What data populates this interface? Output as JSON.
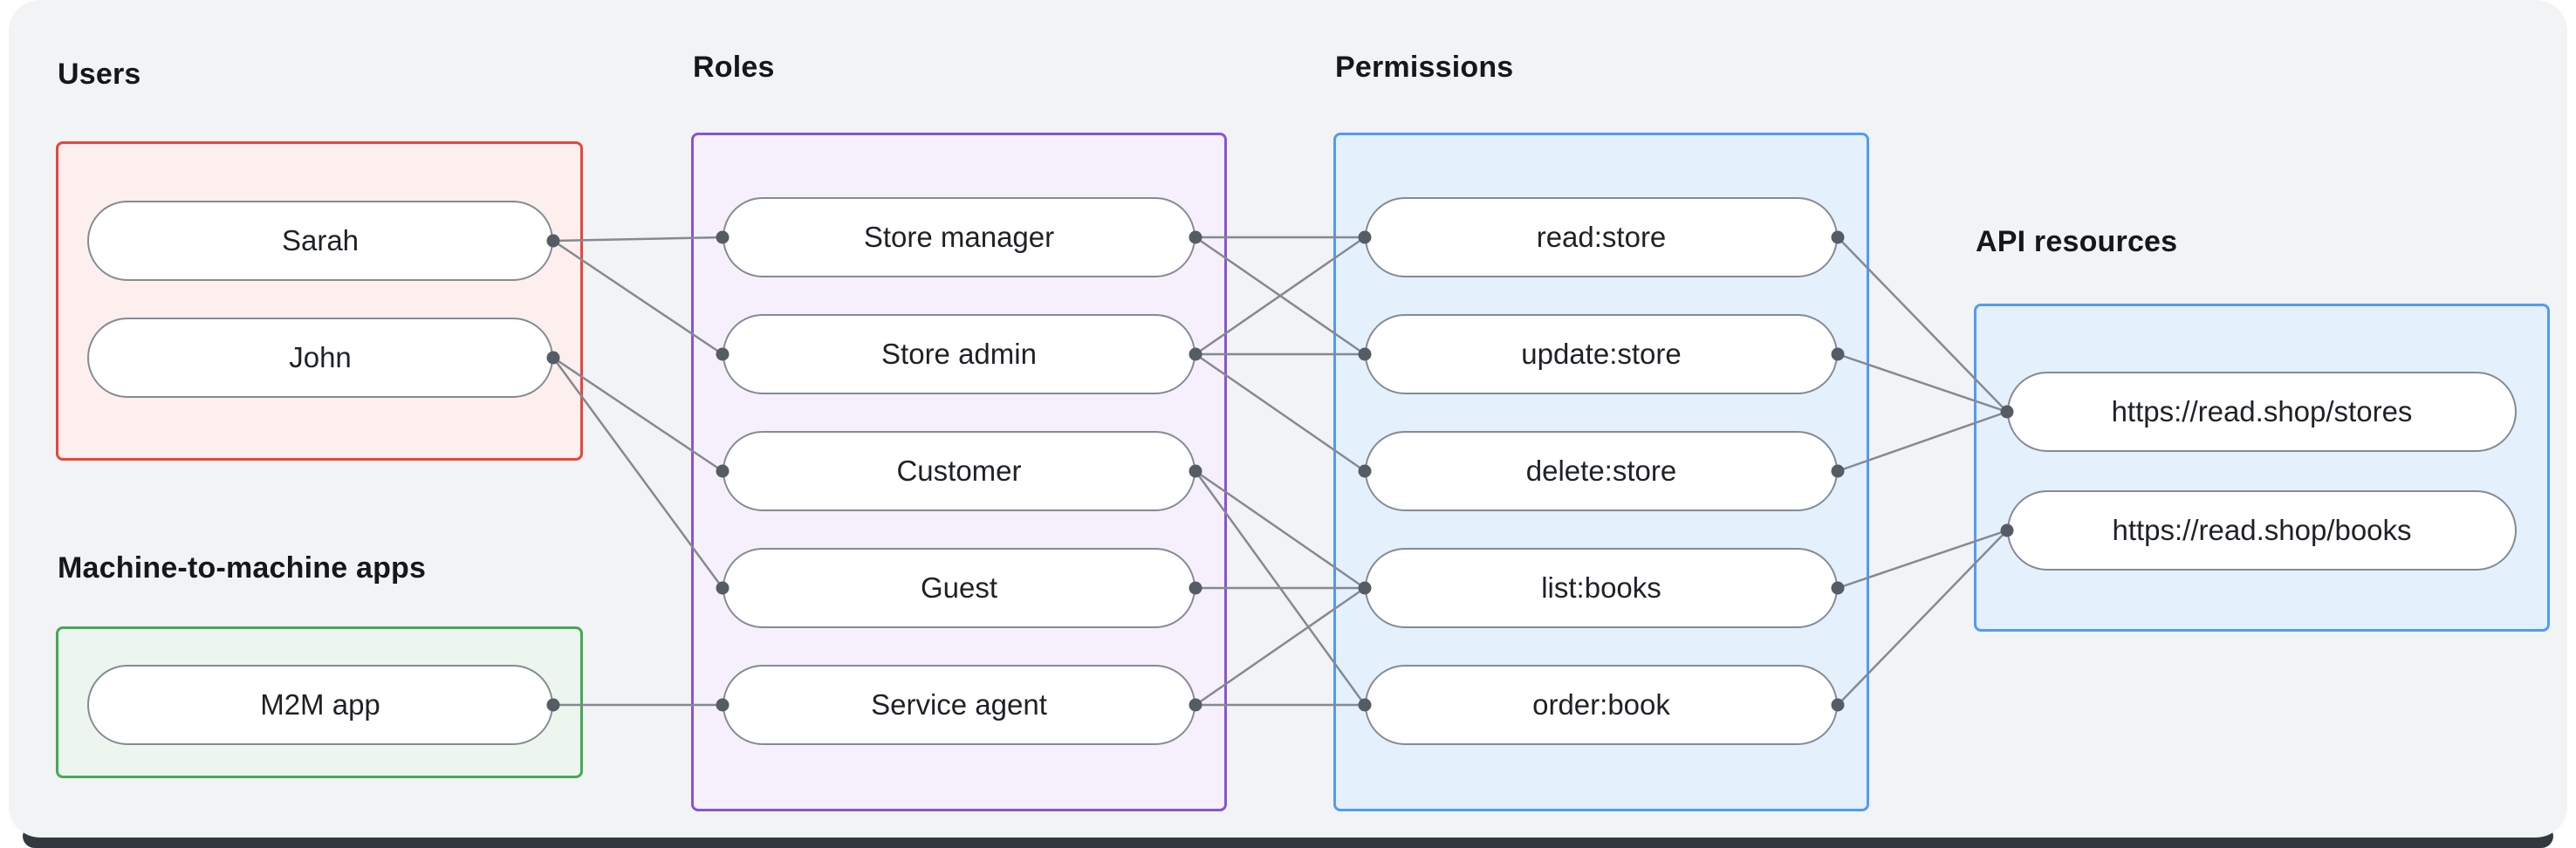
{
  "diagram": {
    "background_color": "#f1f3f4",
    "bottom_window_color": "#33383e",
    "edge_color": "#848a90",
    "dot_color": "#565c63"
  },
  "groups": {
    "users": {
      "label": "Users",
      "border_color": "#e8453c",
      "fill_color": "#fdefee"
    },
    "m2m_apps": {
      "label": "Machine-to-machine apps",
      "border_color": "#46a758",
      "fill_color": "#edf6ee"
    },
    "roles": {
      "label": "Roles",
      "border_color": "#8655d3",
      "fill_color": "#f5f0fc"
    },
    "permissions": {
      "label": "Permissions",
      "border_color": "#4f9bf7",
      "fill_color": "#e5f0fd"
    },
    "api_resources": {
      "label": "API resources",
      "border_color": "#4f9bf7",
      "fill_color": "#e5f0fd"
    }
  },
  "nodes": {
    "sarah": {
      "label": "Sarah",
      "group": "users"
    },
    "john": {
      "label": "John",
      "group": "users"
    },
    "m2m_app": {
      "label": "M2M app",
      "group": "m2m_apps"
    },
    "store_manager": {
      "label": "Store manager",
      "group": "roles"
    },
    "store_admin": {
      "label": "Store admin",
      "group": "roles"
    },
    "customer": {
      "label": "Customer",
      "group": "roles"
    },
    "guest": {
      "label": "Guest",
      "group": "roles"
    },
    "service_agent": {
      "label": "Service agent",
      "group": "roles"
    },
    "read_store": {
      "label": "read:store",
      "group": "permissions"
    },
    "update_store": {
      "label": "update:store",
      "group": "permissions"
    },
    "delete_store": {
      "label": "delete:store",
      "group": "permissions"
    },
    "list_books": {
      "label": "list:books",
      "group": "permissions"
    },
    "order_book": {
      "label": "order:book",
      "group": "permissions"
    },
    "stores_resource": {
      "label": "https://read.shop/stores",
      "group": "api_resources"
    },
    "books_resource": {
      "label": "https://read.shop/books",
      "group": "api_resources"
    }
  },
  "edges": [
    {
      "from": "sarah",
      "to": "store_manager"
    },
    {
      "from": "sarah",
      "to": "store_admin"
    },
    {
      "from": "john",
      "to": "customer"
    },
    {
      "from": "john",
      "to": "guest"
    },
    {
      "from": "m2m_app",
      "to": "service_agent"
    },
    {
      "from": "store_manager",
      "to": "read_store"
    },
    {
      "from": "store_manager",
      "to": "update_store"
    },
    {
      "from": "store_admin",
      "to": "read_store"
    },
    {
      "from": "store_admin",
      "to": "update_store"
    },
    {
      "from": "store_admin",
      "to": "delete_store"
    },
    {
      "from": "customer",
      "to": "list_books"
    },
    {
      "from": "customer",
      "to": "order_book"
    },
    {
      "from": "guest",
      "to": "list_books"
    },
    {
      "from": "service_agent",
      "to": "list_books"
    },
    {
      "from": "service_agent",
      "to": "order_book"
    },
    {
      "from": "read_store",
      "to": "stores_resource"
    },
    {
      "from": "update_store",
      "to": "stores_resource"
    },
    {
      "from": "delete_store",
      "to": "stores_resource"
    },
    {
      "from": "list_books",
      "to": "books_resource"
    },
    {
      "from": "order_book",
      "to": "books_resource"
    }
  ]
}
